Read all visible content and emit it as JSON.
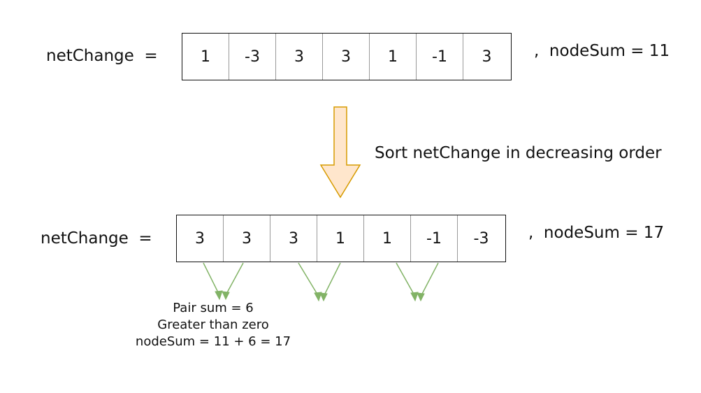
{
  "top_row": {
    "label": "netChange  =",
    "values": [
      "1",
      "-3",
      "3",
      "3",
      "1",
      "-1",
      "3"
    ],
    "sum_text": ",  nodeSum = 11"
  },
  "sort_step": {
    "text": "Sort netChange in decreasing order"
  },
  "bottom_row": {
    "label": "netChange  =",
    "values": [
      "3",
      "3",
      "3",
      "1",
      "1",
      "-1",
      "-3"
    ],
    "sum_text": ",  nodeSum = 17"
  },
  "pair_note": {
    "line1": "Pair sum = 6",
    "line2": "Greater than zero",
    "line3": "nodeSum = 11 + 6 = 17"
  },
  "colors": {
    "sort_arrow_fill": "#ffe6cc",
    "sort_arrow_stroke": "#d79b00",
    "pair_arrow": "#82b366"
  }
}
